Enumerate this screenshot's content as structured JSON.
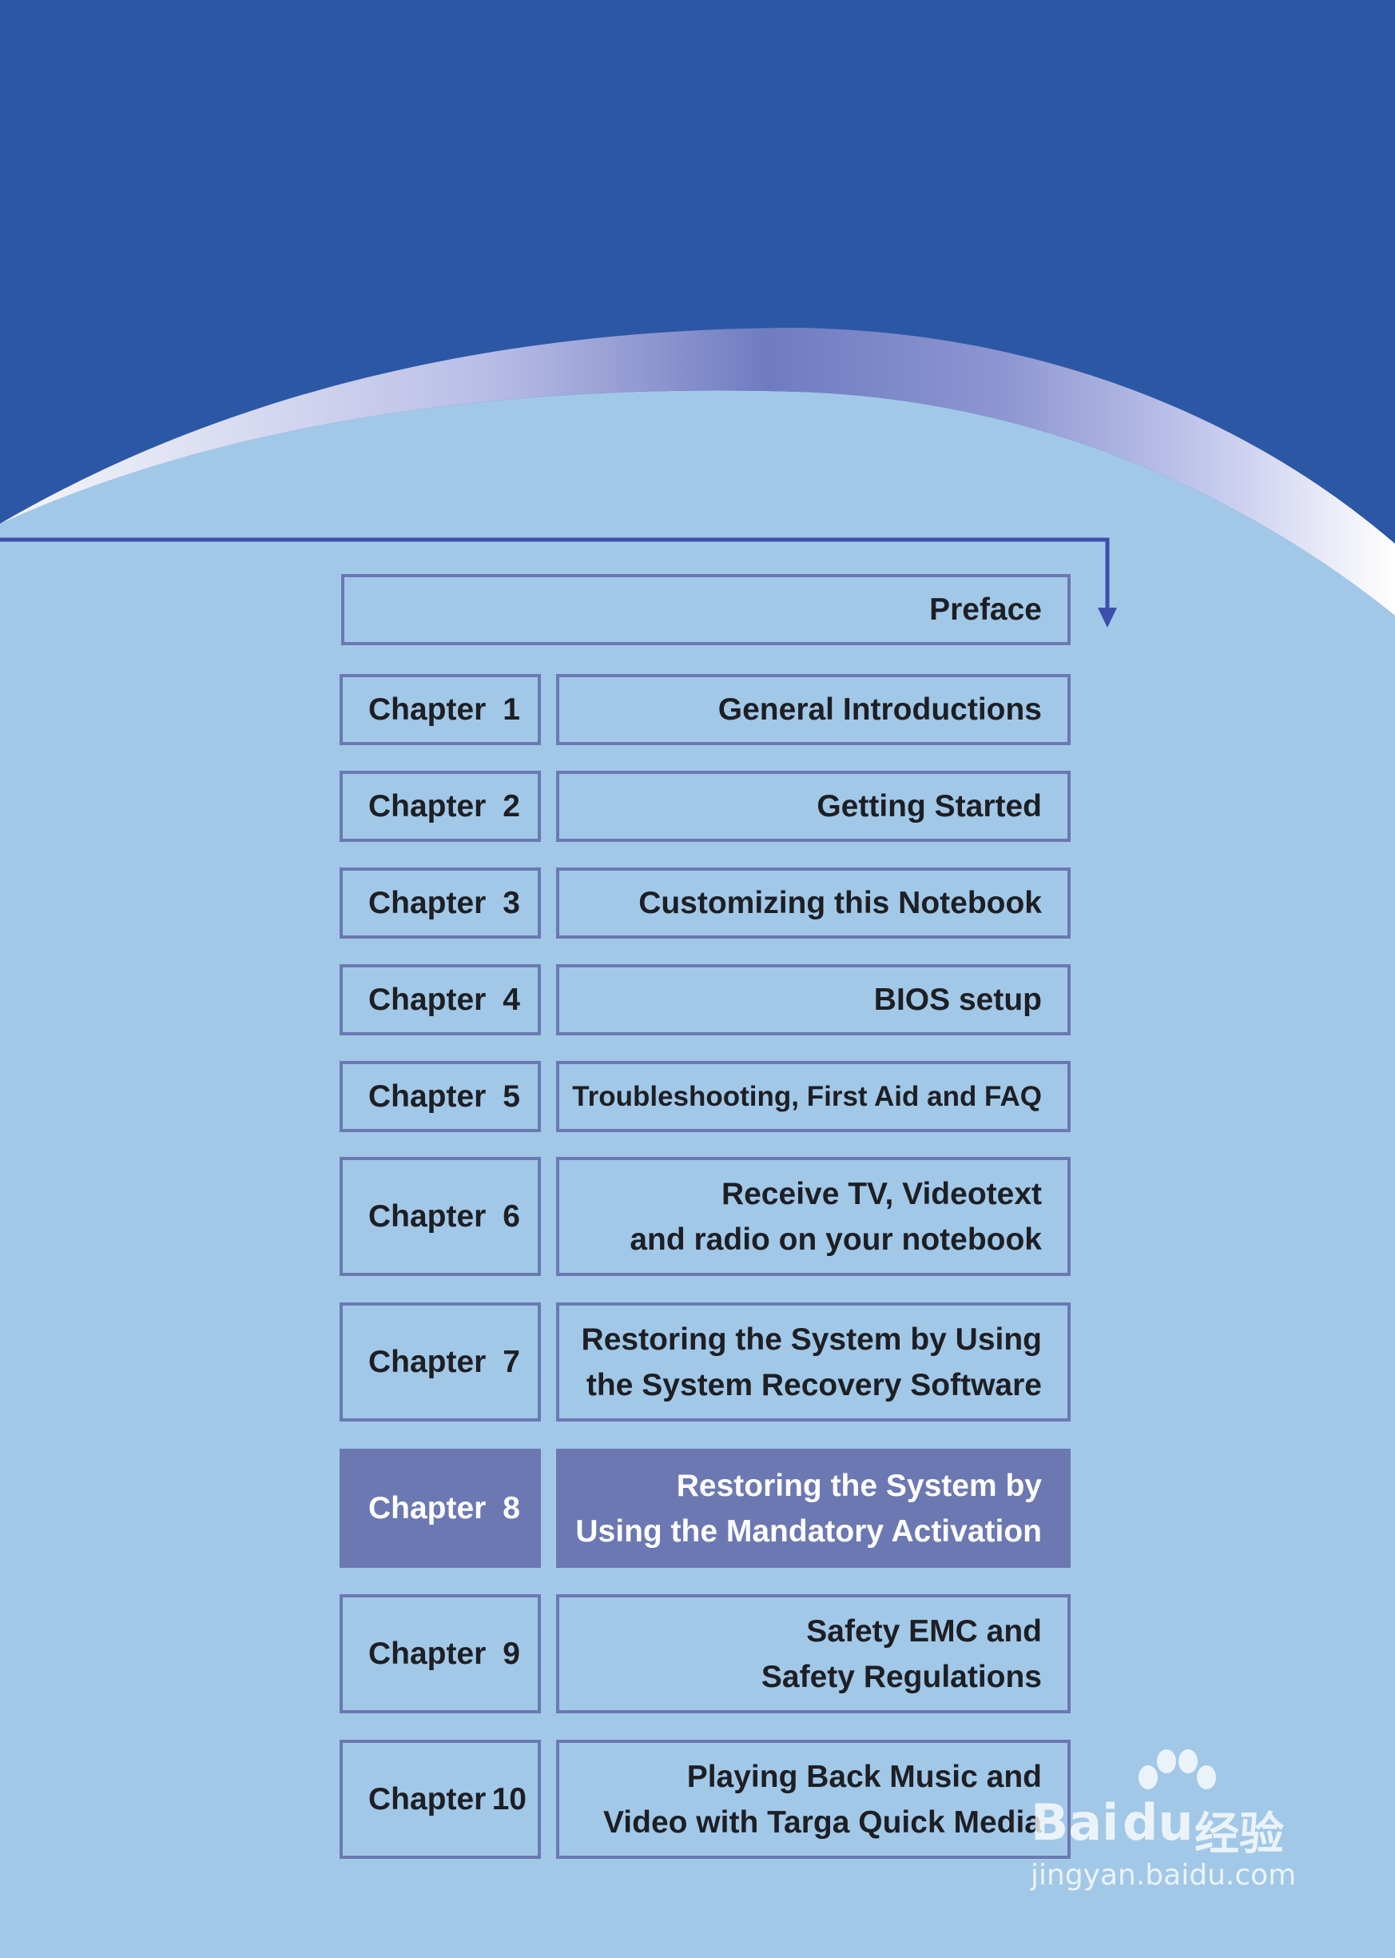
{
  "colors": {
    "header_blue": "#2c57a5",
    "page_background": "#a2c8e8",
    "box_border": "#6b78b2",
    "active_fill": "#6b78b2",
    "text": "#1d1f24"
  },
  "toc": {
    "preface": "Preface",
    "chapters": [
      {
        "label": "Chapter",
        "number": "1",
        "title": "General Introductions",
        "active": false
      },
      {
        "label": "Chapter",
        "number": "2",
        "title": "Getting Started",
        "active": false
      },
      {
        "label": "Chapter",
        "number": "3",
        "title": "Customizing this Notebook",
        "active": false
      },
      {
        "label": "Chapter",
        "number": "4",
        "title": "BIOS setup",
        "active": false
      },
      {
        "label": "Chapter",
        "number": "5",
        "title": "Troubleshooting, First Aid and FAQ",
        "active": false
      },
      {
        "label": "Chapter",
        "number": "6",
        "title": "Receive TV, Videotext\nand radio on your notebook",
        "active": false
      },
      {
        "label": "Chapter",
        "number": "7",
        "title": "Restoring the System by Using\nthe System Recovery Software",
        "active": false
      },
      {
        "label": "Chapter",
        "number": "8",
        "title": "Restoring the System by\nUsing the Mandatory Activation",
        "active": true
      },
      {
        "label": "Chapter",
        "number": "9",
        "title": "Safety EMC and\nSafety Regulations",
        "active": false
      },
      {
        "label": "Chapter",
        "number": "10",
        "title": "Playing Back Music and\nVideo with Targa Quick Media",
        "active": false
      }
    ]
  },
  "watermark": {
    "brand": "Bai",
    "brand_mark": "du",
    "suffix": "经验",
    "url": "jingyan.baidu.com"
  }
}
